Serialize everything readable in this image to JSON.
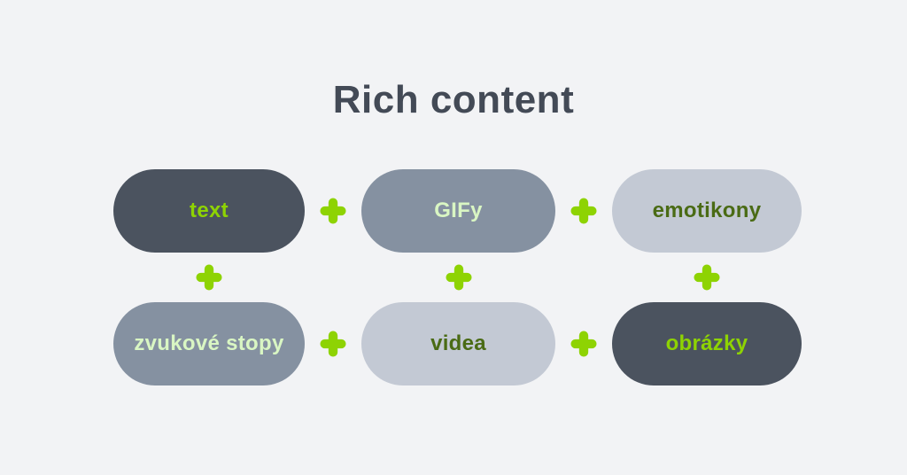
{
  "title": "Rich content",
  "colors": {
    "background": "#f2f3f5",
    "dark_pill": "#4b535f",
    "medium_pill": "#8591a1",
    "light_pill": "#c3c9d4",
    "bright_green": "#8ed303",
    "pale_green": "#d9f6c3",
    "dark_green": "#4a6b15",
    "title_color": "#434a56"
  },
  "plus_glyph": "+",
  "pills": [
    {
      "label": "text",
      "pill_color": "dark",
      "label_color": "bright-green"
    },
    {
      "label": "GIFy",
      "pill_color": "medium",
      "label_color": "pale-green"
    },
    {
      "label": "emotikony",
      "pill_color": "light",
      "label_color": "dark-green"
    },
    {
      "label": "zvukové stopy",
      "pill_color": "medium",
      "label_color": "pale-green"
    },
    {
      "label": "videa",
      "pill_color": "light",
      "label_color": "dark-green"
    },
    {
      "label": "obrázky",
      "pill_color": "dark",
      "label_color": "bright-green"
    }
  ]
}
